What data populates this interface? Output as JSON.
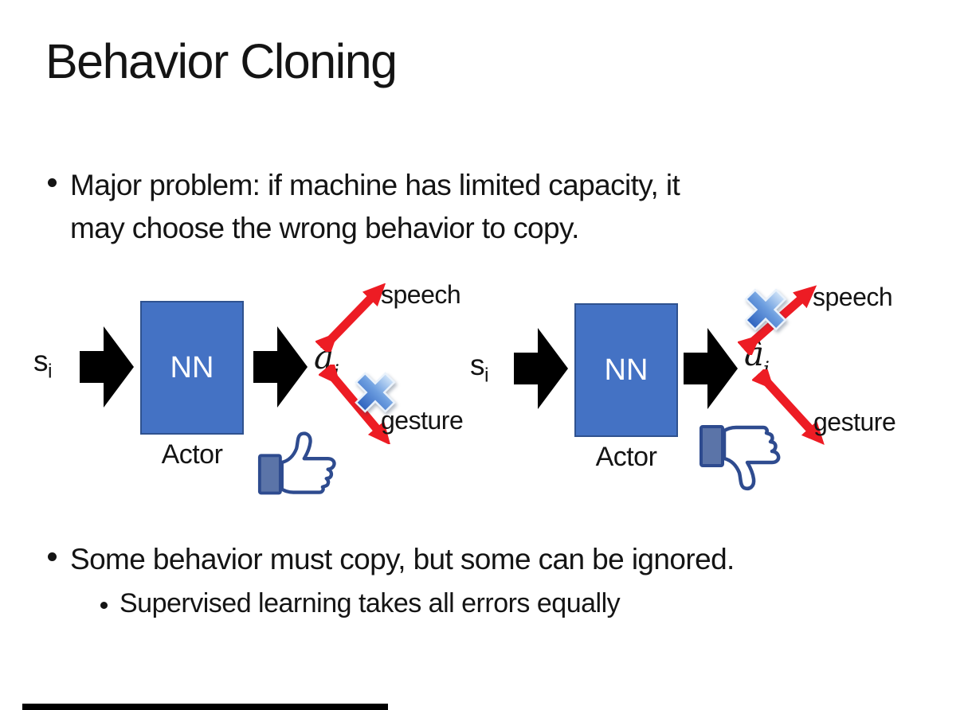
{
  "title": "Behavior Cloning",
  "bullets": {
    "major_problem_line1": "Major problem: if machine has limited capacity, it",
    "major_problem_line2": "may choose the wrong behavior to copy.",
    "some_behavior": "Some behavior must copy, but some can be ignored.",
    "supervised": "Supervised learning takes all errors equally"
  },
  "diagram": {
    "input_base": "s",
    "input_sub": "i",
    "box_label": "NN",
    "actor_label": "Actor",
    "output_base": "â",
    "output_sub": "i",
    "speech_label": "speech",
    "gesture_label": "gesture",
    "left_feedback": "thumbs-up",
    "left_crossed_out": "gesture",
    "right_feedback": "thumbs-down",
    "right_crossed_out": "speech"
  },
  "colors": {
    "background": "#FFFFFF",
    "text": "#141414",
    "nn_box_fill": "#4472C4",
    "nn_box_border": "#2F528F",
    "nn_text": "#FFFFFF",
    "flow_arrow": "#000000",
    "action_arrow_red": "#ED1C24",
    "cross_blue_light": "#CFE3F8",
    "cross_blue_mid": "#6E9FE0",
    "cross_blue_dark": "#2E62BE",
    "thumb_outline": "#2E4B8F",
    "thumb_cuff_fill": "#5B74A8",
    "thumb_hand_fill": "#FFFFFF",
    "bottom_bar": "#000000"
  }
}
